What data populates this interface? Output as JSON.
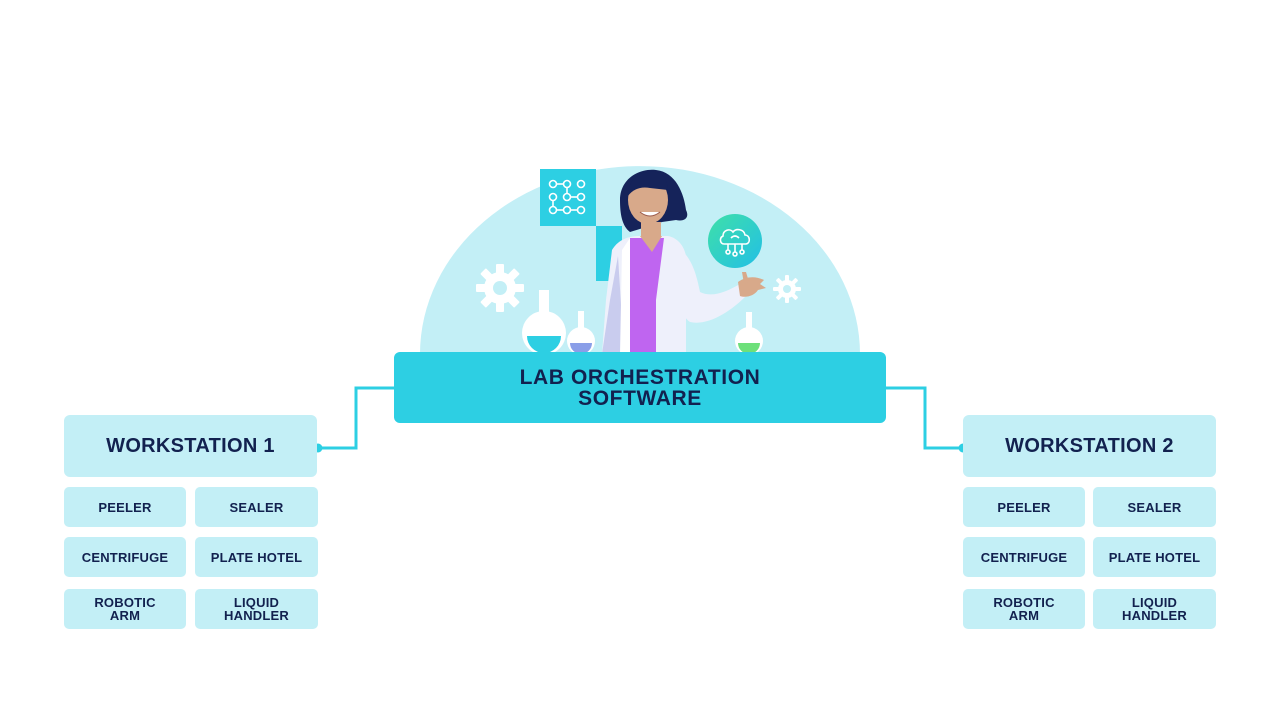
{
  "title": {
    "line1": "LAB ORCHESTRATION",
    "line2": "SOFTWARE"
  },
  "colors": {
    "accent": "#2dcfe3",
    "tile_bg": "#c3eff6",
    "dome": "#c3eff6",
    "text": "#12214f",
    "connector": "#2dcfe3"
  },
  "workstations": [
    {
      "label": "WORKSTATION 1",
      "devices": [
        {
          "label": "PEELER"
        },
        {
          "label": "SEALER"
        },
        {
          "label": "CENTRIFUGE"
        },
        {
          "label": "PLATE HOTEL"
        },
        {
          "label": "ROBOTIC\nARM"
        },
        {
          "label": "LIQUID\nHANDLER"
        }
      ]
    },
    {
      "label": "WORKSTATION 2",
      "devices": [
        {
          "label": "PEELER"
        },
        {
          "label": "SEALER"
        },
        {
          "label": "CENTRIFUGE"
        },
        {
          "label": "PLATE HOTEL"
        },
        {
          "label": "ROBOTIC\nARM"
        },
        {
          "label": "LIQUID\nHANDLER"
        }
      ]
    }
  ],
  "illustration": {
    "icons": [
      "flowchart-icon",
      "cloud-network-icon",
      "gear-icon",
      "flask-icon",
      "scientist-figure"
    ]
  }
}
